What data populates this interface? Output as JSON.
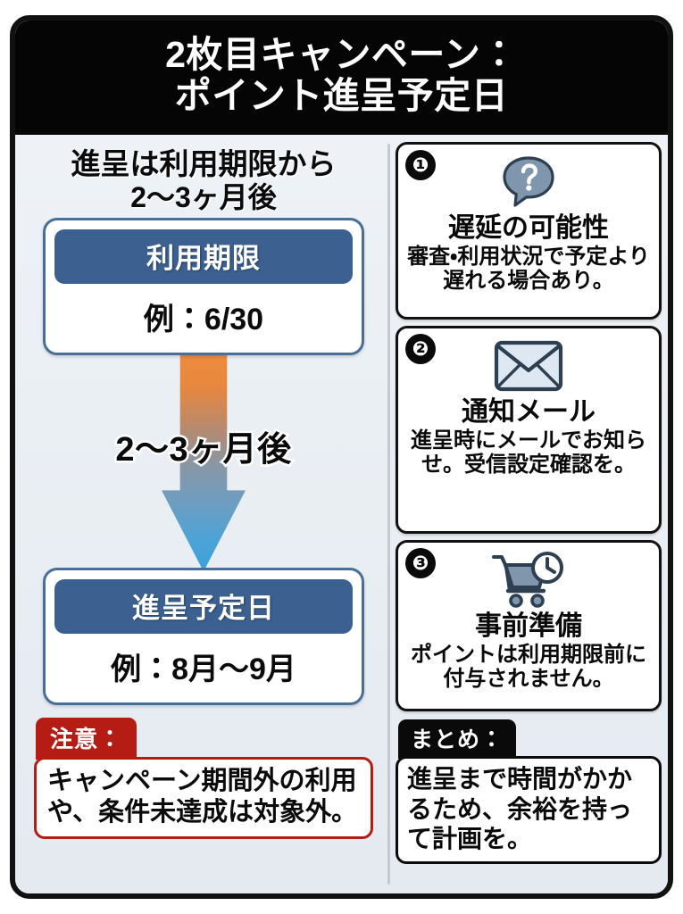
{
  "header": {
    "title_line1": "2枚目キャンペーン：",
    "title_line2": "ポイント進呈予定日"
  },
  "left": {
    "lead_line1": "進呈は利用期限から",
    "lead_line2": "2〜3ヶ月後",
    "stage_from": {
      "bar_label": "利用期限",
      "value": "例：6/30"
    },
    "arrow_label": "2〜3ヶ月後",
    "stage_to": {
      "bar_label": "進呈予定日",
      "value": "例：8月〜9月"
    },
    "caution": {
      "tab_label": "注意：",
      "text": "キャンペーン期間外の利用や、条件未達成は対象外。"
    }
  },
  "right": {
    "cards": [
      {
        "number": "❶",
        "icon": "question-speech-bubble-icon",
        "title": "遅延の可能性",
        "desc": "審査・利用状況で予定より遅れる場合あり。"
      },
      {
        "number": "❷",
        "icon": "envelope-icon",
        "title": "通知メール",
        "desc": "進呈時にメールでお知らせ。受信設定確認を。"
      },
      {
        "number": "❸",
        "icon": "shopping-cart-clock-icon",
        "title": "事前準備",
        "desc": "ポイントは利用期限前に付与されません。"
      }
    ],
    "summary": {
      "tab_label": "まとめ：",
      "text": "進呈まで時間がかかるため、余裕を持って計画を。"
    }
  },
  "colors": {
    "header_bg": "#050505",
    "stage_bar": "#3c6190",
    "stage_border": "#4a6f96",
    "caution_red": "#b51c13",
    "arrow_start": "#ef8b3c",
    "arrow_end": "#3aa2dc",
    "page_bg": "#e9eef3",
    "icon_fill": "#7d95ab",
    "icon_stroke": "#2d3f50"
  }
}
